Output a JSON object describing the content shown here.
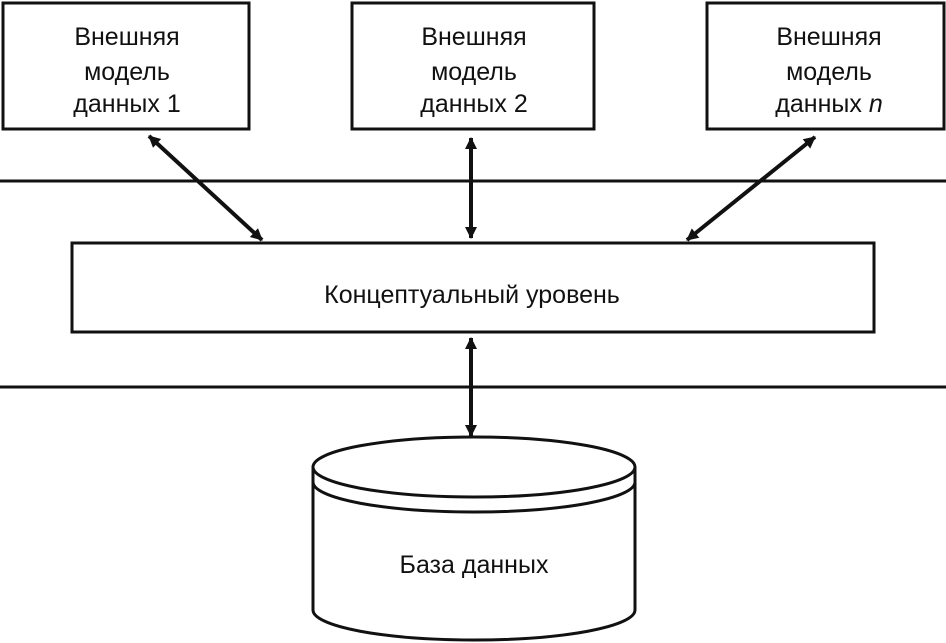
{
  "external_models": [
    {
      "line1": "Внешняя",
      "line2": "модель",
      "line3_prefix": "данных",
      "line3_index": "1",
      "index_italic": false
    },
    {
      "line1": "Внешняя",
      "line2": "модель",
      "line3_prefix": "данных",
      "line3_index": "2",
      "index_italic": false
    },
    {
      "line1": "Внешняя",
      "line2": "модель",
      "line3_prefix": "данных",
      "line3_index": "n",
      "index_italic": true
    }
  ],
  "conceptual_level": {
    "label": "Концептуальный уровень"
  },
  "database": {
    "label": "База данных"
  },
  "colors": {
    "stroke": "#111111",
    "background": "#ffffff"
  }
}
